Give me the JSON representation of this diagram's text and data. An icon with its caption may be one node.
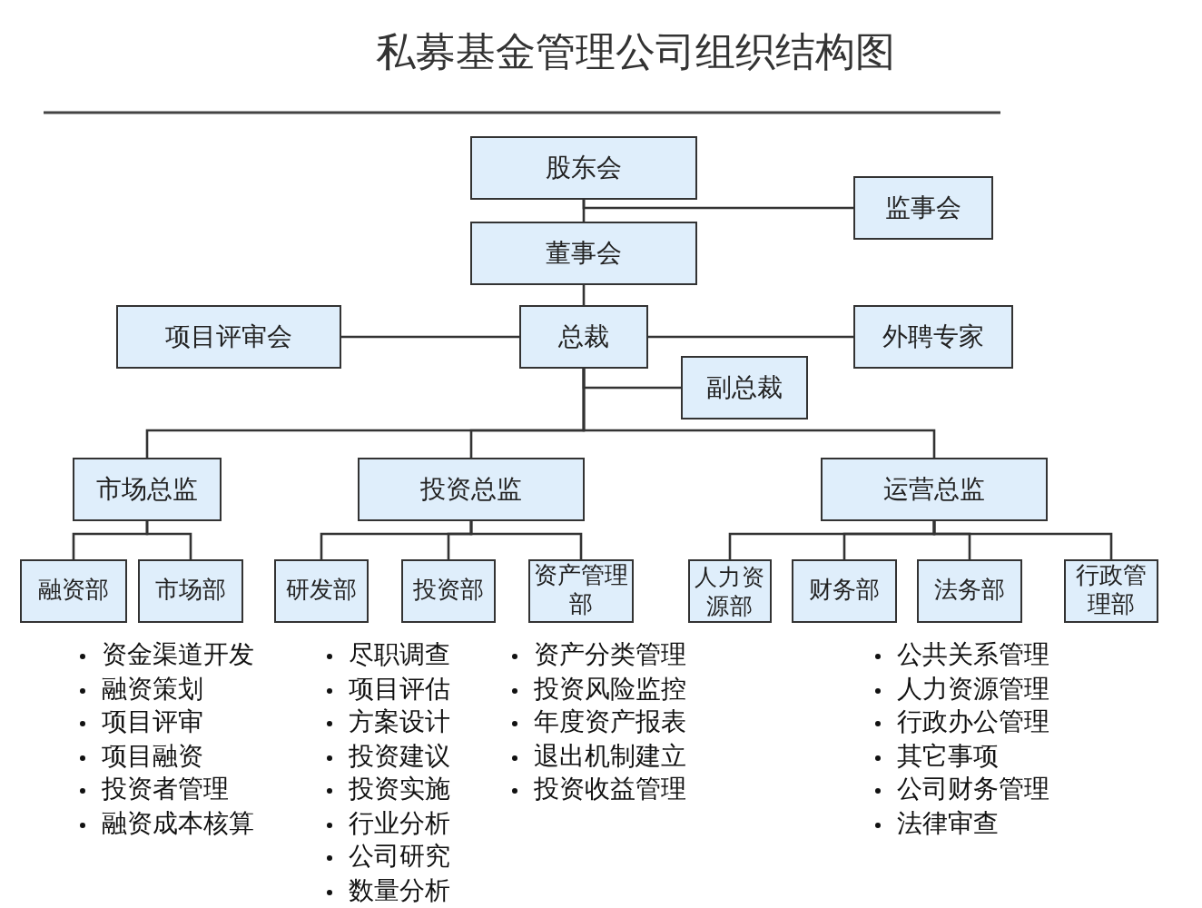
{
  "diagram": {
    "title": "私募基金管理公司组织结构图",
    "nodes": [
      {
        "text": [
          "股东会"
        ]
      },
      {
        "text": [
          "监事会"
        ]
      },
      {
        "text": [
          "董事会"
        ]
      },
      {
        "text": [
          "项目评审会"
        ]
      },
      {
        "text": [
          "总裁"
        ]
      },
      {
        "text": [
          "外聘专家"
        ]
      },
      {
        "text": [
          "副总裁"
        ]
      },
      {
        "text": [
          "市场总监"
        ]
      },
      {
        "text": [
          "投资总监"
        ]
      },
      {
        "text": [
          "运营总监"
        ]
      },
      {
        "text": [
          "融资部"
        ]
      },
      {
        "text": [
          "市场部"
        ]
      },
      {
        "text": [
          "研发部"
        ]
      },
      {
        "text": [
          "投资部"
        ]
      },
      {
        "text": [
          "资产管理部"
        ]
      },
      {
        "text": [
          "人力资源部"
        ]
      },
      {
        "text": [
          "财务部"
        ]
      },
      {
        "text": [
          "法务部"
        ]
      },
      {
        "text": [
          "行政管理部"
        ]
      }
    ],
    "edges": [
      {
        "from": 0,
        "to": 2,
        "arrow": "none"
      },
      {
        "from": 0,
        "to": 1,
        "arrow": "none"
      },
      {
        "from": 2,
        "to": 4,
        "arrow": "none"
      },
      {
        "from": 3,
        "to": 4,
        "arrow": "none"
      },
      {
        "from": 4,
        "to": 5,
        "arrow": "none"
      },
      {
        "from": 4,
        "to": 6,
        "arrow": "none"
      },
      {
        "from": 4,
        "to": 7,
        "arrow": "none"
      },
      {
        "from": 4,
        "to": 8,
        "arrow": "none"
      },
      {
        "from": 4,
        "to": 9,
        "arrow": "none"
      },
      {
        "from": 7,
        "to": 10,
        "arrow": "none"
      },
      {
        "from": 7,
        "to": 11,
        "arrow": "none"
      },
      {
        "from": 8,
        "to": 12,
        "arrow": "none"
      },
      {
        "from": 8,
        "to": 13,
        "arrow": "none"
      },
      {
        "from": 8,
        "to": 14,
        "arrow": "none"
      },
      {
        "from": 9,
        "to": 15,
        "arrow": "none"
      },
      {
        "from": 9,
        "to": 16,
        "arrow": "none"
      },
      {
        "from": 9,
        "to": 17,
        "arrow": "none"
      },
      {
        "from": 9,
        "to": 18,
        "arrow": "none"
      }
    ],
    "labels": [
      "资金渠道开发",
      "融资策划",
      "项目评审",
      "项目融资",
      "投资者管理",
      "融资成本核算",
      "尽职调查",
      "项目评估",
      "方案设计",
      "投资建议",
      "投资实施",
      "行业分析",
      "公司研究",
      "数量分析",
      "资产分类管理",
      "投资风险监控",
      "年度资产报表",
      "退出机制建立",
      "投资收益管理",
      "公共关系管理",
      "人力资源管理",
      "行政办公管理",
      "其它事项",
      "公司财务管理",
      "法律审查"
    ]
  }
}
